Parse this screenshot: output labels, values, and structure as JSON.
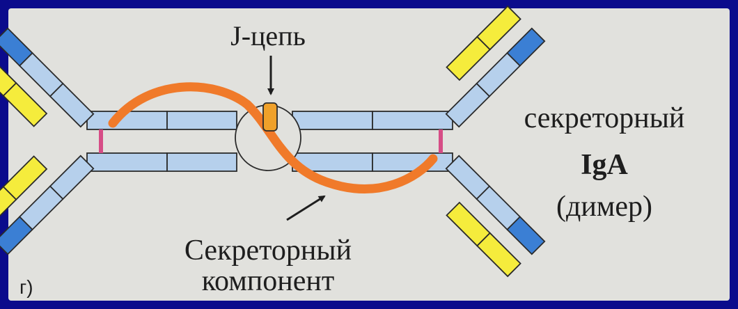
{
  "labels": {
    "j_chain": "J-цепь",
    "secretory_iga_line1": "секреторный",
    "secretory_iga_line2": "IgA",
    "secretory_iga_line3": "(димер)",
    "component_line1": "Секреторный",
    "component_line2": "компонент",
    "panel_letter": "г)"
  },
  "colors": {
    "background": "#0b0b8c",
    "panel": "#e1e1dd",
    "heavy_chain_light": "#b6d0ec",
    "dark_blue_domain": "#3b7fd4",
    "yellow_domain": "#f5ec3c",
    "secretory_component": "#f07a2a",
    "j_chain": "#f0a12a",
    "disulfide_bond": "#d64d86",
    "outline": "#2b2b2b"
  }
}
